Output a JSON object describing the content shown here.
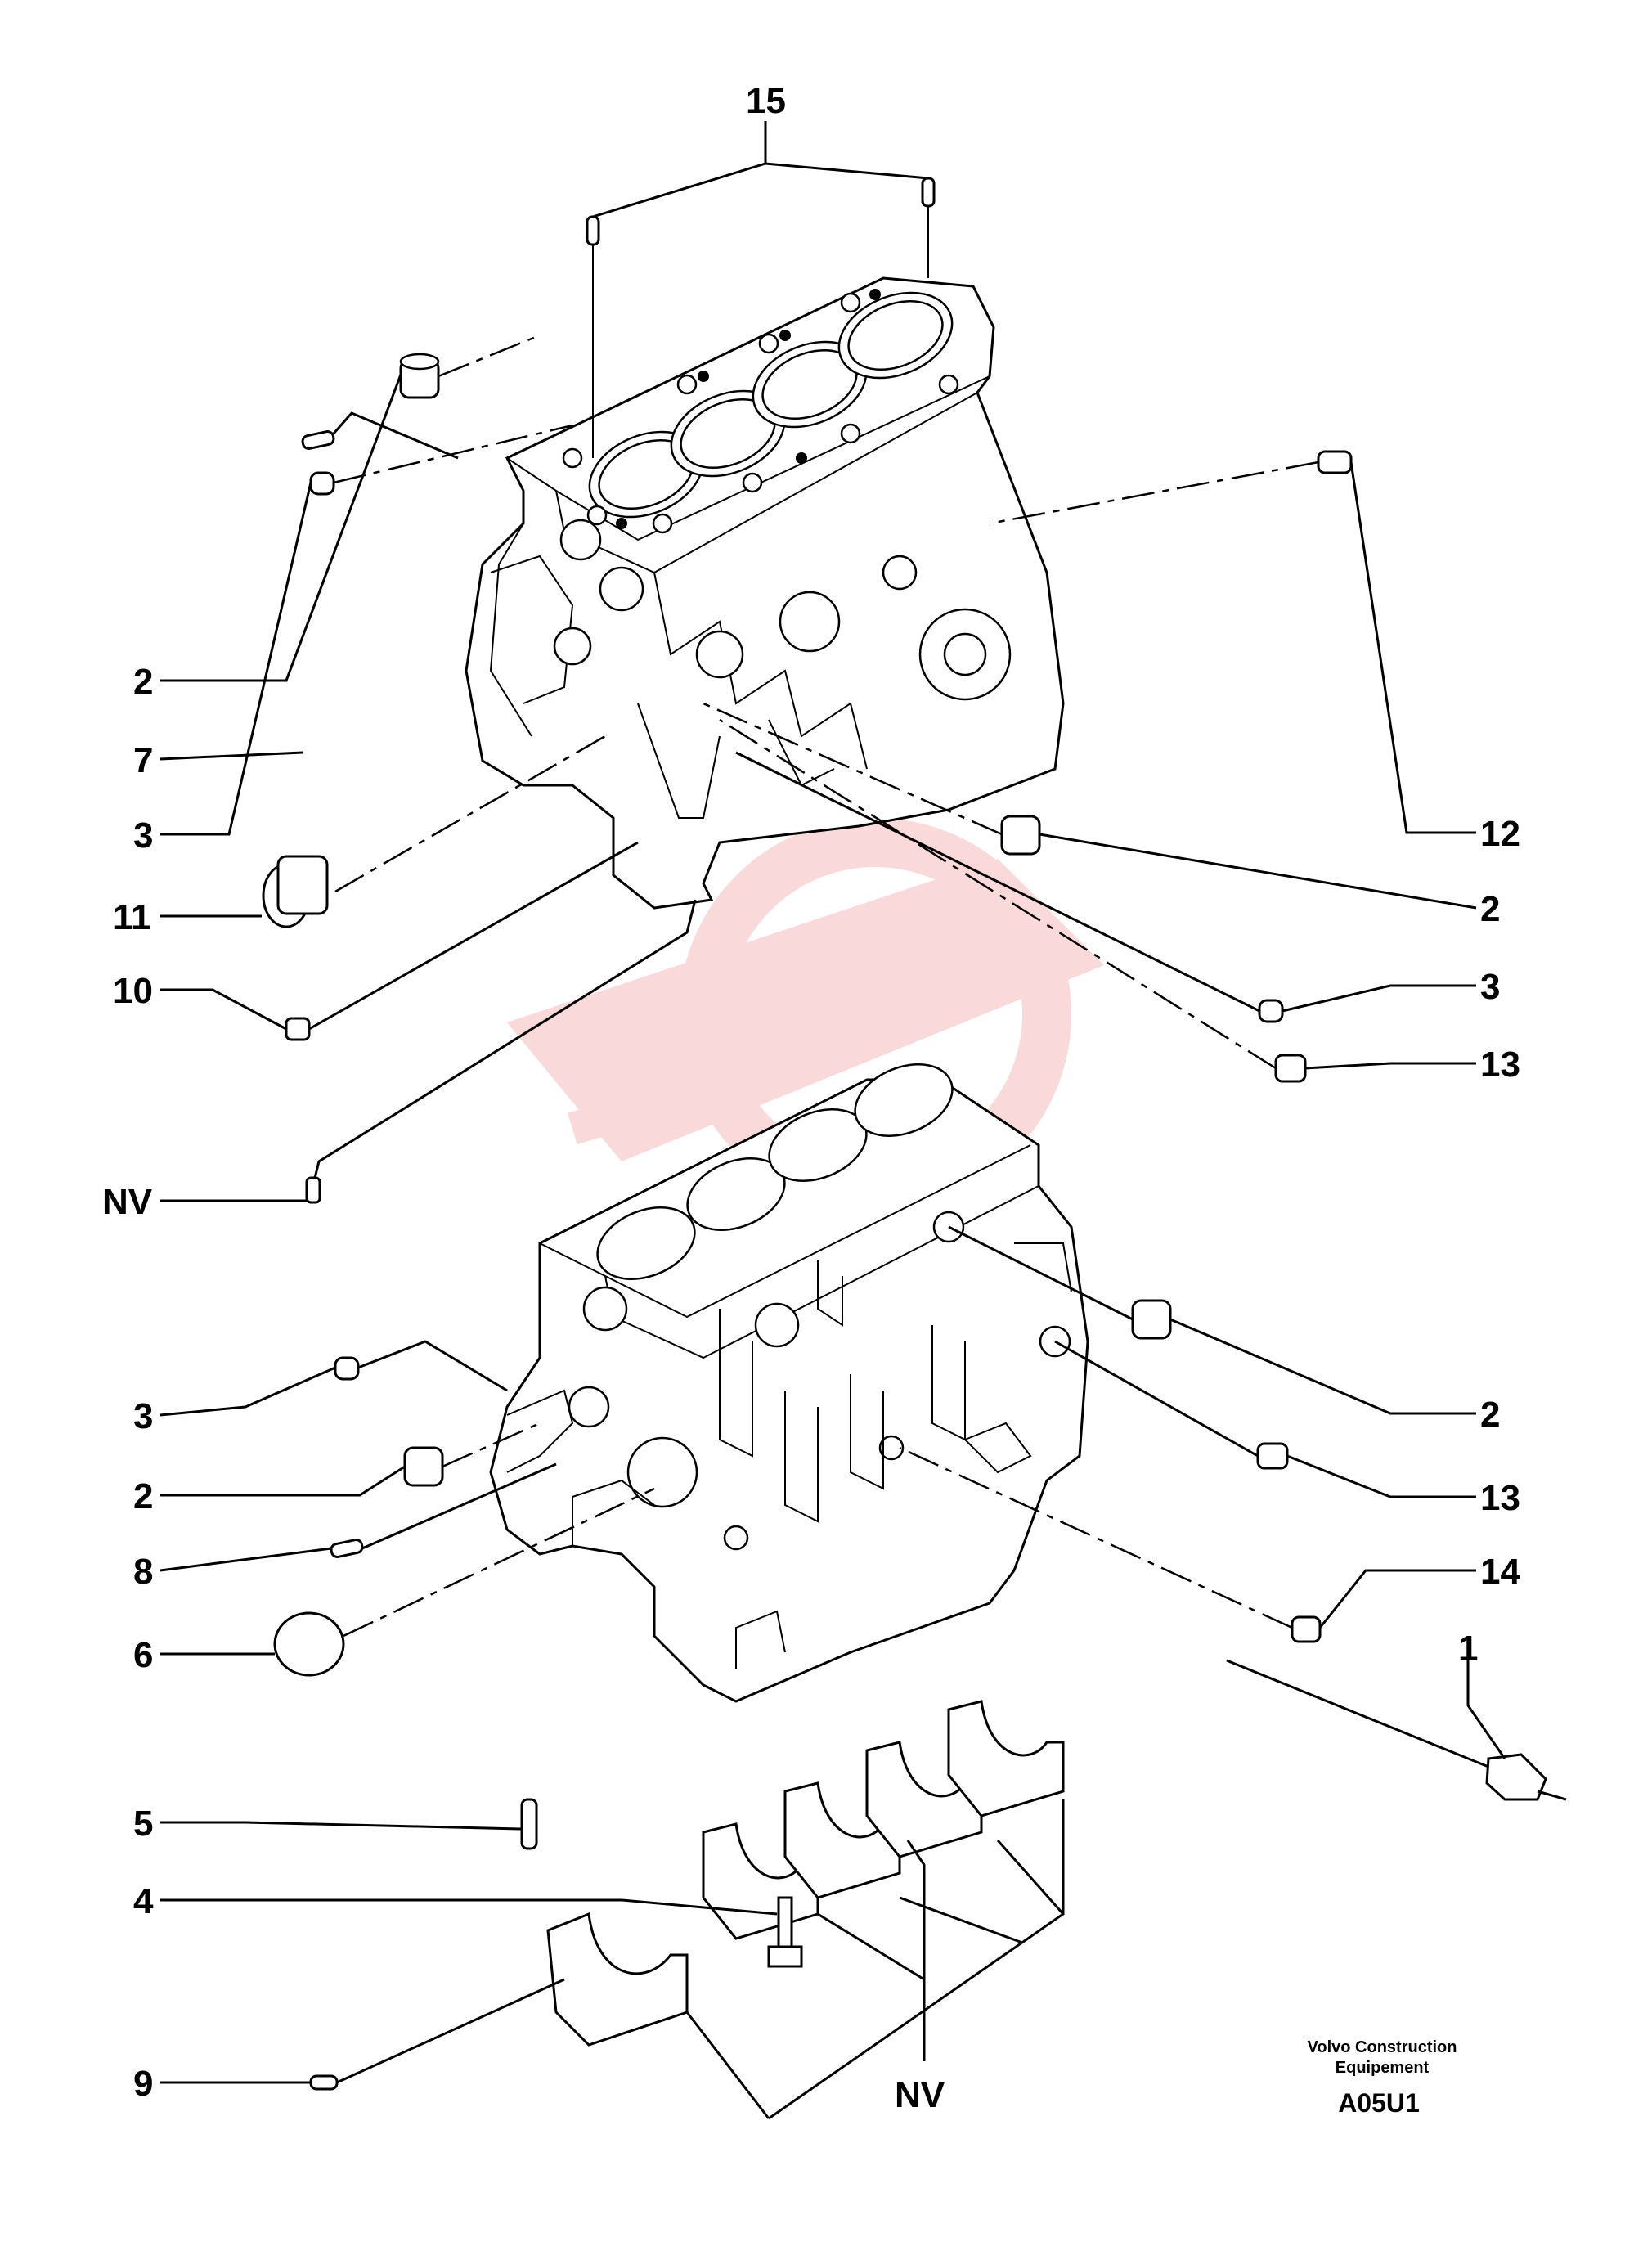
{
  "callouts": {
    "c15": "15",
    "c2a": "2",
    "c7": "7",
    "c3a": "3",
    "c11": "11",
    "c10": "10",
    "c12": "12",
    "c2b": "2",
    "c3b": "3",
    "c13a": "13",
    "nv1": "NV",
    "c3c": "3",
    "c2c": "2",
    "c8": "8",
    "c6": "6",
    "c2d": "2",
    "c13b": "13",
    "c14": "14",
    "c1": "1",
    "c5": "5",
    "c4": "4",
    "c9": "9",
    "nv2": "NV"
  },
  "caption": {
    "line1": "Volvo Construction",
    "line2": "Equipement",
    "code": "A05U1"
  }
}
